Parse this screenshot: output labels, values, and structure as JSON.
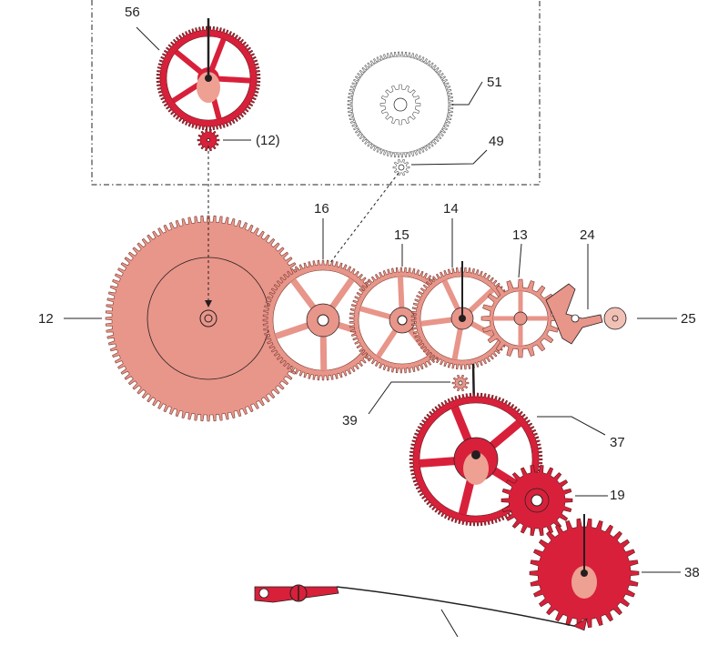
{
  "labels": {
    "wheel_56": "56",
    "pinion_12_ref": "(12)",
    "wheel_51": "51",
    "pinion_49": "49",
    "wheel_16": "16",
    "wheel_15": "15",
    "wheel_14": "14",
    "escape_13": "13",
    "pallet_24": "24",
    "barrel_12": "12",
    "balance_25": "25",
    "pinion_39": "39",
    "wheel_37": "37",
    "wheel_19": "19",
    "wheel_38": "38"
  },
  "colors": {
    "red": "#d8203a",
    "salmon": "#e8958a",
    "pink": "#eea092",
    "outline": "#231f20",
    "dark": "#5a1a1a"
  }
}
